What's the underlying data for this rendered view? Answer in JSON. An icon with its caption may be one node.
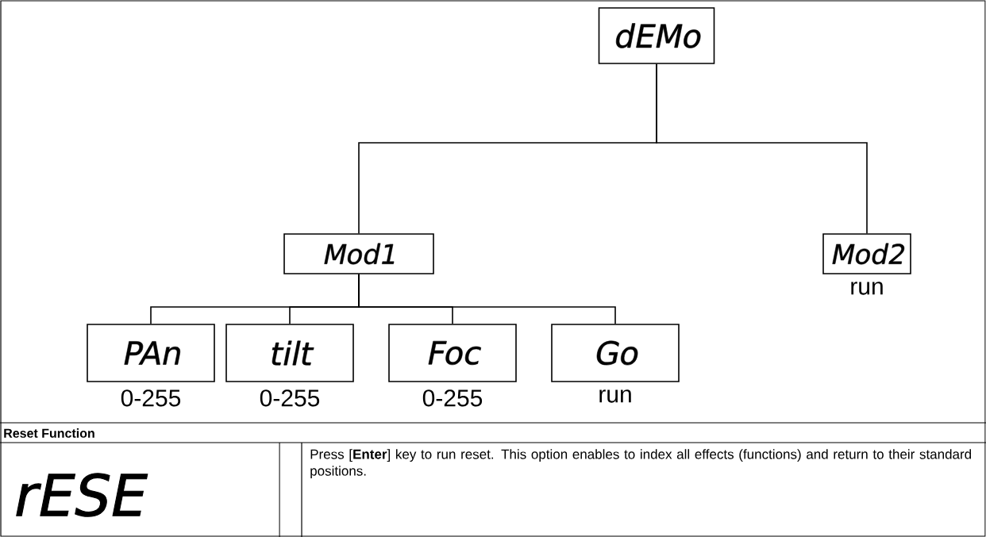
{
  "diagram": {
    "nodes": [
      {
        "text": [
          "dEMo"
        ]
      },
      {
        "text": [
          "Mod1"
        ]
      },
      {
        "text": [
          "Mod2"
        ],
        "beside": [
          "run"
        ]
      },
      {
        "text": [
          "PAn"
        ],
        "beside": [
          "0-255"
        ]
      },
      {
        "text": [
          "tilt"
        ],
        "beside": [
          "0-255"
        ]
      },
      {
        "text": [
          "Foc"
        ],
        "beside": [
          "0-255"
        ]
      },
      {
        "text": [
          "Go"
        ],
        "beside": [
          "run"
        ]
      }
    ],
    "edges": [
      {
        "from": 0,
        "to": 1,
        "arrow": "none"
      },
      {
        "from": 0,
        "to": 2,
        "arrow": "none"
      },
      {
        "from": 1,
        "to": 3,
        "arrow": "none"
      },
      {
        "from": 1,
        "to": 4,
        "arrow": "none"
      },
      {
        "from": 1,
        "to": 5,
        "arrow": "none"
      },
      {
        "from": 1,
        "to": 6,
        "arrow": "none"
      }
    ],
    "labels": [
      "Reset Function",
      "rESE",
      "Press [**Enter**] key to run reset. This option enables to index all effects (functions) and return to their standard positions."
    ]
  }
}
